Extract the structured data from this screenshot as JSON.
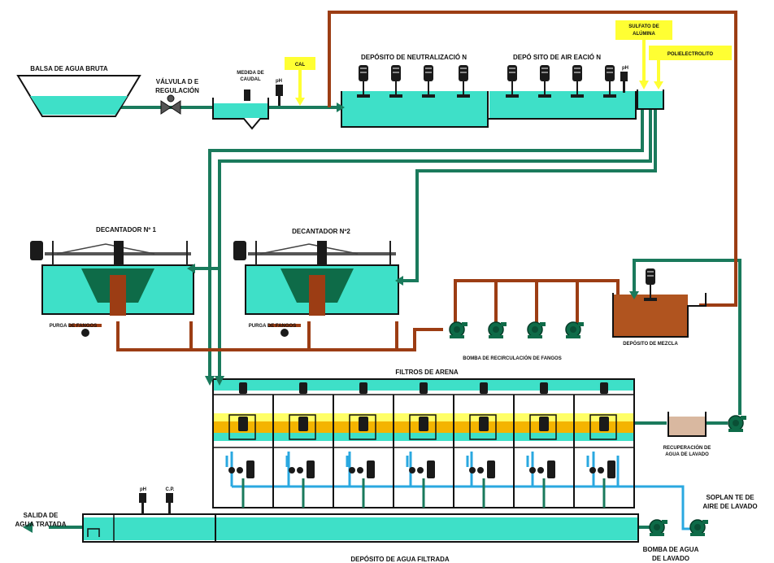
{
  "labels": {
    "raw_pond": "BALSA DE AGUA BRUTA",
    "valve_line1": "VÁLVULA D E",
    "valve_line2": "REGULACIÓN",
    "flow_meter_line1": "MEDIDA DE",
    "flow_meter_line2": "CAUDAL",
    "ph_meter": "pH",
    "lime": "CAL",
    "neutralization": "DEPÓSITO DE NEUTRALIZACIÓ N",
    "aeration": "DEPÓ SITO DE AIR EACIÓ N",
    "alum_line1": "SULFATO DE",
    "alum_line2": "ALÚMINA",
    "polyelectrolyte": "POLIELECTROLITO",
    "aeration_ph": "pH",
    "settler1": "DECANTADOR Nº 1",
    "settler2": "DECANTADOR Nº2",
    "purge1": "PURGA DE FANGOS",
    "purge2": "PURGA DE FANGOS",
    "recirc_pumps": "BOMBA DE RECIRCULACIÓN DE FANGOS",
    "mixing_tank": "DEPÓSITO DE MEZCLA",
    "sand_filters": "FILTROS DE ARENA",
    "wash_recovery_line1": "RECUPERACIÓN DE",
    "wash_recovery_line2": "AGUA DE LAVADO",
    "blower_line1": "SOPLAN TE DE",
    "blower_line2": "AIRE DE LAVADO",
    "wash_pump_line1": "BOMBA DE AGUA",
    "wash_pump_line2": "DE LAVADO",
    "outlet_line1": "SALIDA DE",
    "outlet_line2": "AGUA TRATADA",
    "filtered_tank": "DEPÓSITO DE AGUA FILTRADA",
    "tank_ph": "pH",
    "tank_cp": "C.P."
  },
  "colors": {
    "water": "#3ee0c8",
    "pipe_water": "#1a7a5c",
    "pipe_sludge": "#9c3d14",
    "pipe_air": "#2aa8e0",
    "dark_green": "#0e6b48",
    "chem_yellow": "#ffff33",
    "sand": "#f4b400",
    "sludge_fill": "#b0541f",
    "motor": "#1a1a1a"
  },
  "filters": {
    "count": 7
  },
  "recirculation_pumps": {
    "count": 4
  },
  "mixers": {
    "neutralization": 4,
    "aeration": 4
  }
}
